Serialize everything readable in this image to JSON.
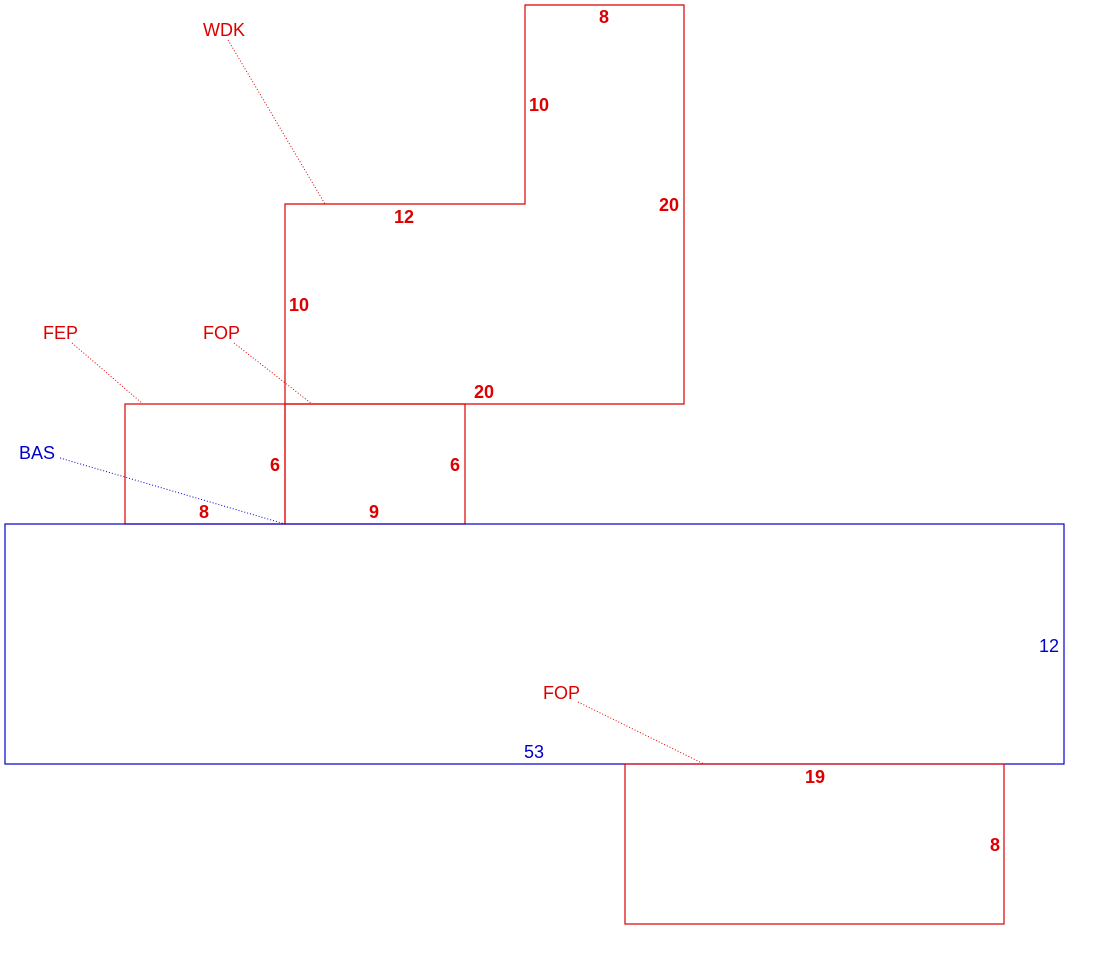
{
  "colors": {
    "addition": "#dd0000",
    "base": "#0000cc"
  },
  "areas": [
    {
      "id": "wdk",
      "label": "WDK",
      "color_key": "addition",
      "dimensions": [
        "8",
        "10",
        "20",
        "12",
        "10",
        "20"
      ]
    },
    {
      "id": "fep",
      "label": "FEP",
      "color_key": "addition",
      "dimensions": [
        "6",
        "8"
      ]
    },
    {
      "id": "fop_upper",
      "label": "FOP",
      "color_key": "addition",
      "dimensions": [
        "6",
        "9"
      ]
    },
    {
      "id": "bas",
      "label": "BAS",
      "color_key": "base",
      "dimensions": [
        "12",
        "53"
      ]
    },
    {
      "id": "fop_lower",
      "label": "FOP",
      "color_key": "addition",
      "dimensions": [
        "19",
        "8"
      ]
    }
  ]
}
